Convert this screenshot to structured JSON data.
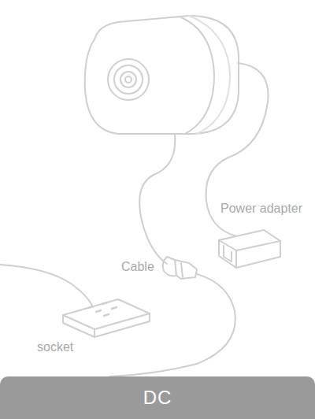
{
  "diagram": {
    "nodes": [
      {
        "text": [
          "DC"
        ]
      }
    ],
    "labels": [
      "Power adapter",
      "Cable",
      "socket"
    ]
  }
}
